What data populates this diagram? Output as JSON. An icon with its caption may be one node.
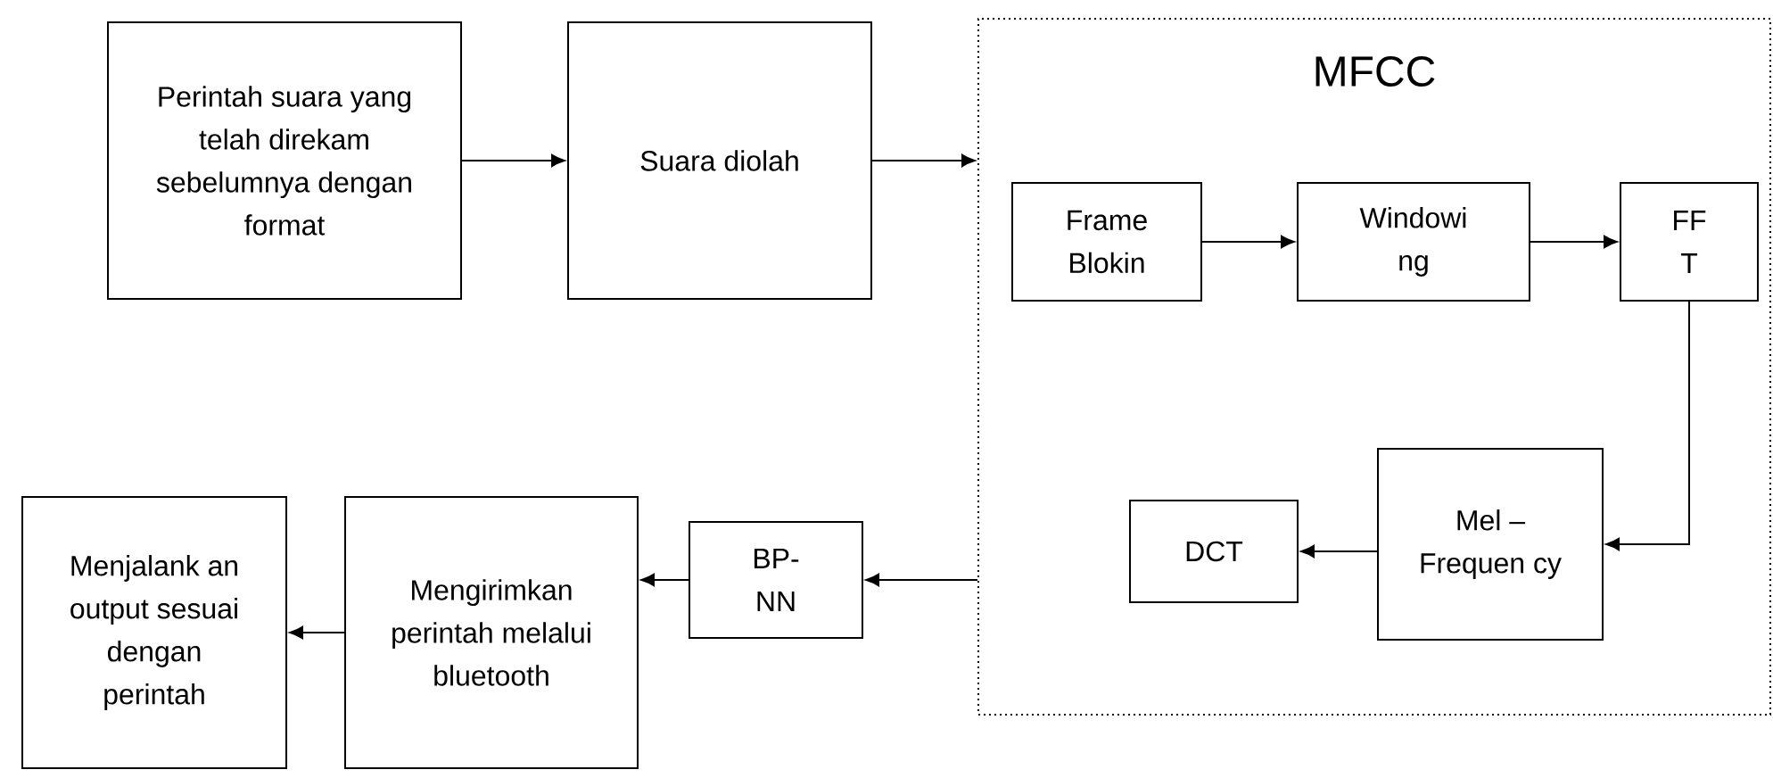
{
  "diagram": {
    "nodes": [
      {
        "text": [
          "Perintah suara yang telah direkam sebelumnya dengan format"
        ]
      },
      {
        "text": [
          "Suara diolah"
        ]
      },
      {
        "text": [
          "MFCC"
        ]
      },
      {
        "text": [
          "Frame Blokin"
        ],
        "in": 2
      },
      {
        "text": [
          "Windowi ng"
        ],
        "in": 2
      },
      {
        "text": [
          "FF T"
        ],
        "in": 2
      },
      {
        "text": [
          "Mel – Frequen cy"
        ],
        "in": 2
      },
      {
        "text": [
          "DCT"
        ],
        "in": 2
      },
      {
        "text": [
          "BP- NN"
        ]
      },
      {
        "text": [
          "Mengirimkan perintah melalui bluetooth"
        ]
      },
      {
        "text": [
          "Menjalank an output sesuai dengan perintah"
        ]
      }
    ],
    "edges": [
      {
        "from": 0,
        "to": 1,
        "arrow": "to"
      },
      {
        "from": 1,
        "to": 2,
        "arrow": "to"
      },
      {
        "from": 3,
        "to": 4,
        "arrow": "to"
      },
      {
        "from": 4,
        "to": 5,
        "arrow": "to"
      },
      {
        "from": 5,
        "to": 6,
        "arrow": "to"
      },
      {
        "from": 6,
        "to": 7,
        "arrow": "to"
      },
      {
        "from": 2,
        "to": 8,
        "arrow": "to"
      },
      {
        "from": 8,
        "to": 9,
        "arrow": "to"
      },
      {
        "from": 9,
        "to": 10,
        "arrow": "to"
      }
    ]
  }
}
